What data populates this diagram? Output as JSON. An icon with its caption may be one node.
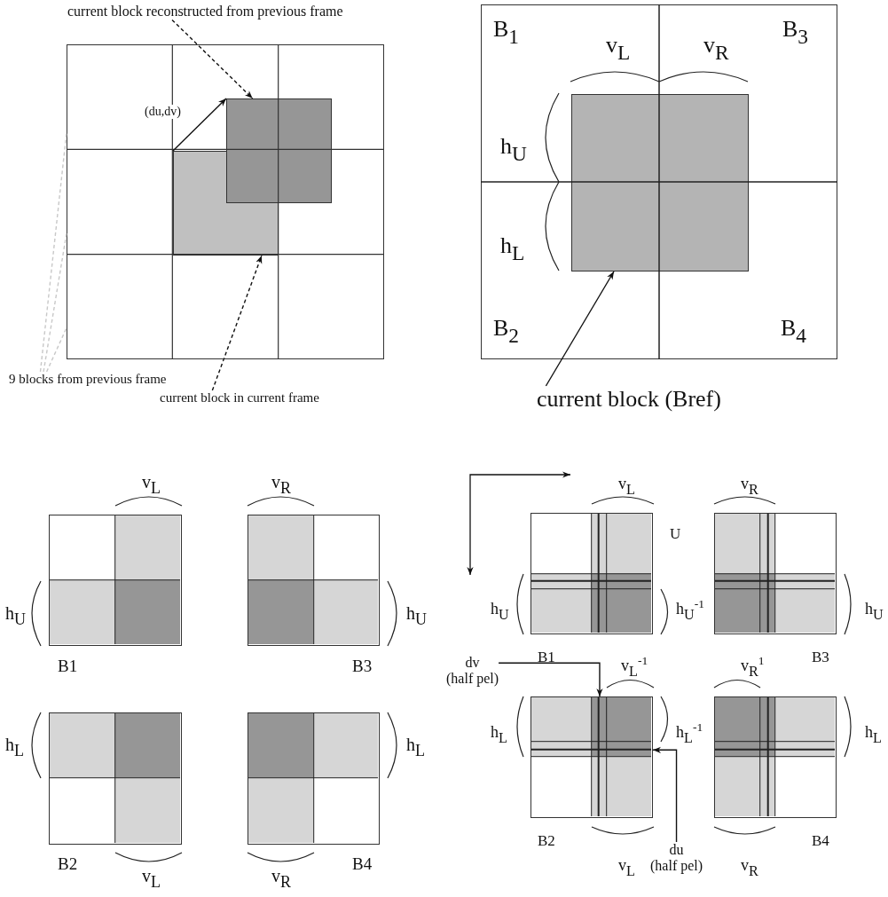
{
  "diagram": {
    "nodes": [
      {
        "text": [
          "current block reconstructed from previous frame"
        ]
      },
      {
        "text": [],
        "shape": "box"
      },
      {
        "text": [],
        "shape": "box",
        "in": 1
      },
      {
        "text": [],
        "shape": "box",
        "in": 1
      },
      {
        "text": [
          "current block in current frame"
        ]
      },
      {
        "text": [
          "9 blocks from previous frame"
        ]
      },
      {
        "text": [],
        "shape": "box"
      },
      {
        "text": [],
        "shape": "box",
        "in": 6
      },
      {
        "text": [
          "current block (Bref)"
        ]
      },
      {
        "text": [],
        "shape": "box",
        "beside": [
          "B1"
        ]
      },
      {
        "text": [],
        "shape": "box",
        "beside": [
          "B3"
        ]
      },
      {
        "text": [],
        "shape": "box",
        "beside": [
          "B2"
        ]
      },
      {
        "text": [],
        "shape": "box",
        "beside": [
          "B4"
        ]
      },
      {
        "text": [],
        "shape": "box",
        "beside": [
          "B1"
        ]
      },
      {
        "text": [],
        "shape": "box",
        "beside": [
          "B3"
        ]
      },
      {
        "text": [
          "dv",
          "(half pel)"
        ]
      },
      {
        "text": [],
        "shape": "box",
        "beside": [
          "B2"
        ]
      },
      {
        "text": [],
        "shape": "box",
        "beside": [
          "B4"
        ]
      },
      {
        "text": [
          "du",
          "(half pel)"
        ]
      }
    ],
    "edges": [
      {
        "from": 0,
        "to": 3,
        "arrow": "to",
        "style": "dashed"
      },
      {
        "from": 2,
        "to": 3,
        "arrow": "to",
        "label": "(du,dv)"
      },
      {
        "from": 4,
        "to": 2,
        "arrow": "to",
        "style": "dashed"
      },
      {
        "from": 5,
        "to": 1,
        "arrow": "none",
        "style": "dashed",
        "color": "#c8c8c8"
      },
      {
        "from": 5,
        "to": 1,
        "arrow": "none",
        "style": "dashed",
        "color": "#c8c8c8"
      },
      {
        "from": 5,
        "to": 1,
        "arrow": "none",
        "style": "dashed",
        "color": "#c8c8c8"
      },
      {
        "from": 8,
        "to": 7,
        "arrow": "to"
      },
      {
        "from": 15,
        "to": 16,
        "arrow": "to"
      },
      {
        "from": 18,
        "to": 16,
        "arrow": "to"
      }
    ],
    "labels": [
      "B$_{1}$",
      "v$_{L}$",
      "v$_{R}$",
      "B$_{3}$",
      "h$_{U}$",
      "h$_{L}$",
      "B$_{2}$",
      "B$_{4}$",
      "v$_{L}$",
      "v$_{R}$",
      "h$_{U}$",
      "h$_{U}$",
      "h$_{L}$",
      "h$_{L}$",
      "v$_{L}$",
      "v$_{R}$",
      "v$_{L}$",
      "v$_{R}$",
      "U",
      "h$_{U}$",
      "h$_{U}$$^{-1}$",
      "h$_{U}$",
      "v$_{L}$$^{-1}$",
      "v$_{R}$$^{1}$",
      "h$_{L}$",
      "h$_{L}$$^{-1}$",
      "h$_{L}$",
      "v$_{L}$",
      "v$_{R}$"
    ]
  }
}
